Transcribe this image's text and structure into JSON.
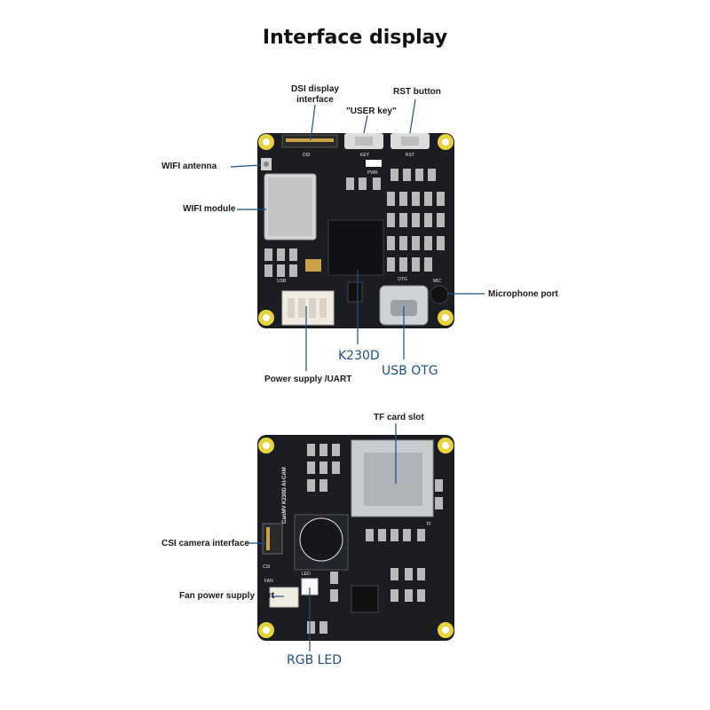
{
  "title": "Interface display",
  "top_board": {
    "silk": {
      "dsi": "DSI",
      "key": "KEY",
      "rst": "RST",
      "pwr": "PWR",
      "usb": "USB",
      "otg": "OTG",
      "mic": "MIC"
    },
    "labels": {
      "dsi": "DSI display\ninterface",
      "rst": "RST button",
      "user_key": "\"USER key\"",
      "wifi_antenna": "WIFI antenna",
      "wifi_module": "WIFI module",
      "microphone": "Microphone port",
      "k230d": "K230D",
      "usb_otg": "USB OTG",
      "power": "Power supply /UART"
    }
  },
  "bottom_board": {
    "silk": {
      "name": "CanMV K230D AI-CAM",
      "csi": "CSI",
      "fan": "FAN",
      "led": "LED",
      "tf": "TF"
    },
    "labels": {
      "tf_slot": "TF card slot",
      "csi": "CSI camera interface",
      "fan": "Fan power supply port",
      "rgb_led": "RGB LED"
    }
  },
  "colors": {
    "pcb": "#1b1d22",
    "hole": "#e8d33a",
    "accent": "#1f4e8a",
    "silk": "#e6e6e6"
  }
}
